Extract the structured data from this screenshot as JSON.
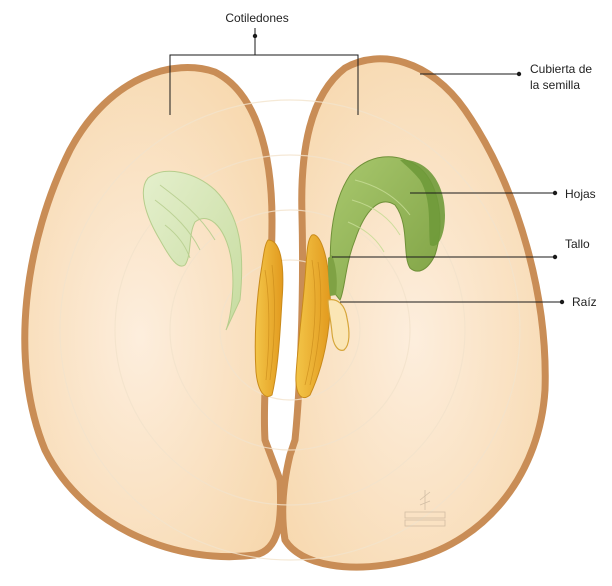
{
  "diagram": {
    "labels": {
      "cotyledons": "Cotiledones",
      "seed_coat_line1": "Cubierta de",
      "seed_coat_line2": "la semilla",
      "leaves": "Hojas",
      "stem": "Tallo",
      "root": "Raíz"
    },
    "colors": {
      "seed_coat": "#c98d56",
      "cotyledon_fill": "#fbe3bf",
      "embryo_leaf_light": "#d8e8b8",
      "embryo_leaf_dark": "#93b65a",
      "radicle": "#e8a82a",
      "leader_line": "#1a1a1a"
    }
  }
}
